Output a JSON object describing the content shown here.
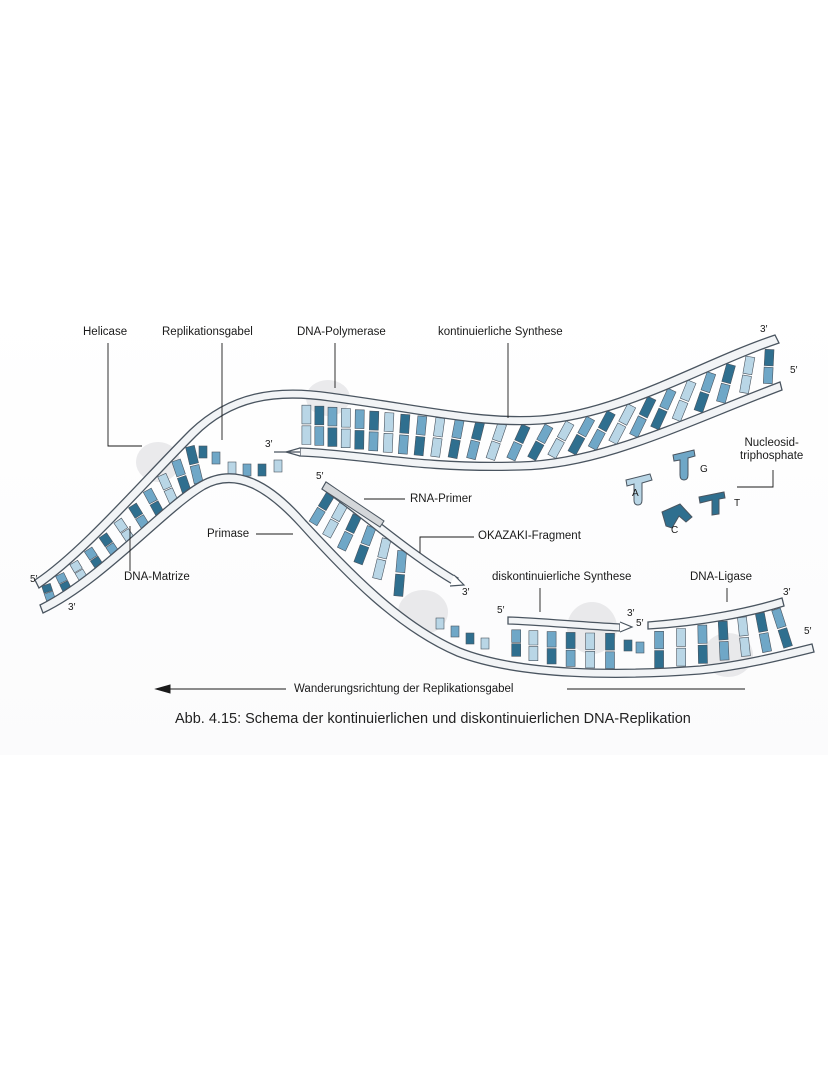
{
  "labels": {
    "helicase": "Helicase",
    "replikationsgabel": "Replikationsgabel",
    "dna_polymerase": "DNA-Polymerase",
    "kontinuierliche_synthese": "kontinuierliche Synthese",
    "nucleosid_line1": "Nucleosid-",
    "nucleosid_line2": "triphosphate",
    "rna_primer": "RNA-Primer",
    "okazaki": "OKAZAKI-Fragment",
    "primase": "Primase",
    "dna_matrize": "DNA-Matrize",
    "diskontinuierliche_synthese": "diskontinuierliche Synthese",
    "dna_ligase": "DNA-Ligase",
    "wanderungsrichtung": "Wanderungsrichtung der Replikationsgabel"
  },
  "ends": {
    "five_prime": "5′",
    "three_prime": "3′"
  },
  "nucleotides": [
    "A",
    "G",
    "C",
    "T"
  ],
  "caption": "Abb. 4.15: Schema der kontinuierlichen und diskontinuierlichen DNA-Replikation",
  "colors": {
    "dark_teal": "#2f6f8f",
    "mid_blue": "#6fa7c7",
    "light_blue": "#b9d6e6",
    "strand": "#f2f4f6",
    "outline": "#4a5560",
    "primer_gray": "#d4d7da"
  }
}
